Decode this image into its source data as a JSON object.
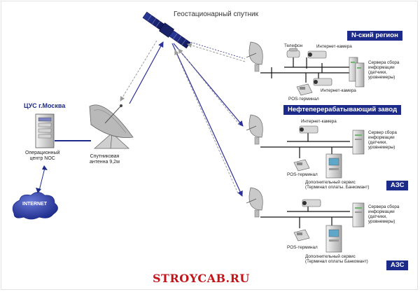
{
  "diagram": {
    "satellite_label": "Геостационарный спутник",
    "center_title": "ЦУС г.Москва",
    "noc_label": "Операционный\nцентр NOC",
    "antenna_label": "Спутниковая\nантенна 9,2м",
    "internet_label": "INTERNET",
    "regions": [
      {
        "title": "N-ский регион",
        "phone": "Телефон",
        "camera1": "Интернет-камера",
        "camera2": "Интернет-камера",
        "server": "Сервера сбора\nинформации\n(датчики,\nуровнемеры)",
        "pos": "POS-терминал"
      },
      {
        "title": "Нефтеперерабатывающий завод",
        "camera": "Интернет-камера",
        "server": "Сервер сбора\nинформации\n(датчики,\nуровнемеры)",
        "pos": "POS-терминал",
        "service": "Дополнительный сервис\n(Терминал оплаты. Банкомант)",
        "badge": "АЗС"
      },
      {
        "server": "Сервера сбора\nинформации\n(датчики,\nуровнемеры)",
        "pos": "POS-терминал",
        "service": "Дополнительный сервис\n(Терминал оплаты Банкомант)",
        "badge": "АЗС"
      }
    ],
    "watermark": "STROYCAB.RU"
  },
  "colors": {
    "accent": "#1c2a8a",
    "link": "#2b2f9a",
    "dash": "#9a9a9a",
    "watermark": "#c4141a"
  }
}
